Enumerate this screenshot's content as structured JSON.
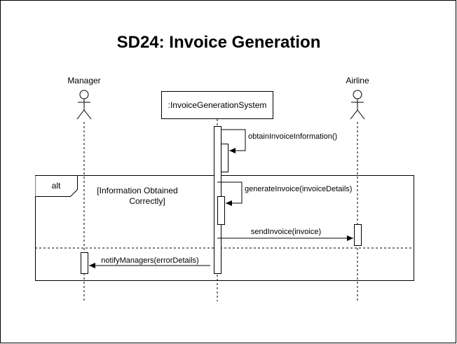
{
  "diagram": {
    "title": "SD24: Invoice Generation",
    "actors": {
      "manager": "Manager",
      "airline": "Airline"
    },
    "system": ":InvoiceGenerationSystem",
    "fragment": {
      "operator": "alt",
      "guard_line1": "[Information Obtained",
      "guard_line2": "Correctly]"
    },
    "messages": {
      "m1": "obtainInvoiceInformation()",
      "m2": "generateInvoice(invoiceDetails)",
      "m3": "sendInvoice(invoice)",
      "m4": "notifyManagers(errorDetails)"
    }
  }
}
